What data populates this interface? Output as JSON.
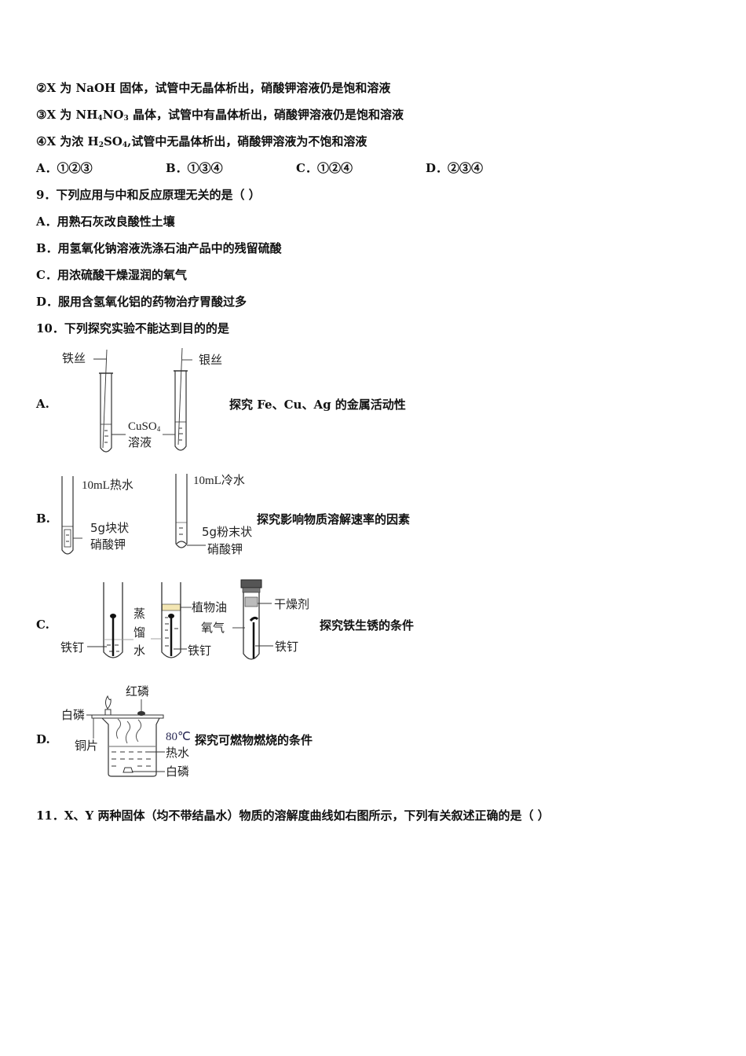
{
  "q8_statements": {
    "s2": {
      "prefix": "②X 为 NaOH 固体，试管中无晶体析出，硝酸钾溶液仍是饱和溶液"
    },
    "s3": {
      "a": "③X 为 NH",
      "sub1": "4",
      "b": "NO",
      "sub2": "3",
      "c": " 晶体，试管中有晶体析出，硝酸钾溶液仍是饱和溶液"
    },
    "s4": {
      "a": "④X 为浓 H",
      "sub1": "2",
      "b": "SO",
      "sub2": "4",
      "c": ",试管中无晶体析出，硝酸钾溶液为不饱和溶液"
    }
  },
  "q8_options": {
    "A": "A．①②③",
    "B": "B．①③④",
    "C": "C．①②④",
    "D": "D．②③④"
  },
  "q9": {
    "stem": "9．下列应用与中和反应原理无关的是（    ）",
    "A": "A．用熟石灰改良酸性土壤",
    "B": "B．用氢氧化钠溶液洗涤石油产品中的残留硫酸",
    "C": "C．用浓硫酸干燥湿润的氧气",
    "D": "D．服用含氢氧化铝的药物治疗胃酸过多"
  },
  "q10": {
    "stem": "10．下列探究实验不能达到目的的是",
    "A": {
      "letter": "A.",
      "labels": {
        "iron_wire": "铁丝",
        "silver_wire": "银丝",
        "cuso4": "CuSO",
        "cuso4_sub": "4",
        "solution": "溶液"
      },
      "desc": "探究 Fe、Cu、Ag 的金属活动性"
    },
    "B": {
      "letter": "B.",
      "labels": {
        "hot_water": "10mL热水",
        "cold_water": "10mL冷水",
        "lump": "5g块状",
        "kno3_1": "硝酸钾",
        "powder": "5g粉末状",
        "kno3_2": "硝酸钾"
      },
      "desc": "探究影响物质溶解速率的因素"
    },
    "C": {
      "letter": "C.",
      "labels": {
        "nail1": "铁钉",
        "distilled_1": "蒸",
        "distilled_2": "馏",
        "distilled_3": "水",
        "oil": "植物油",
        "nail2": "铁钉",
        "desiccant": "干燥剂",
        "oxygen": "氧气",
        "nail3": "铁钉"
      },
      "desc": "探究铁生锈的条件"
    },
    "D": {
      "letter": "D.",
      "labels": {
        "red_p": "红磷",
        "white_p_top": "白磷",
        "copper": "铜片",
        "temp": "80℃",
        "hot_water": "热水",
        "white_p_bottom": "白磷"
      },
      "desc": "探究可燃物燃烧的条件"
    }
  },
  "q11": {
    "stem": "11．X、Y 两种固体（均不带结晶水）物质的溶解度曲线如右图所示，下列有关叙述正确的是（      ）"
  }
}
